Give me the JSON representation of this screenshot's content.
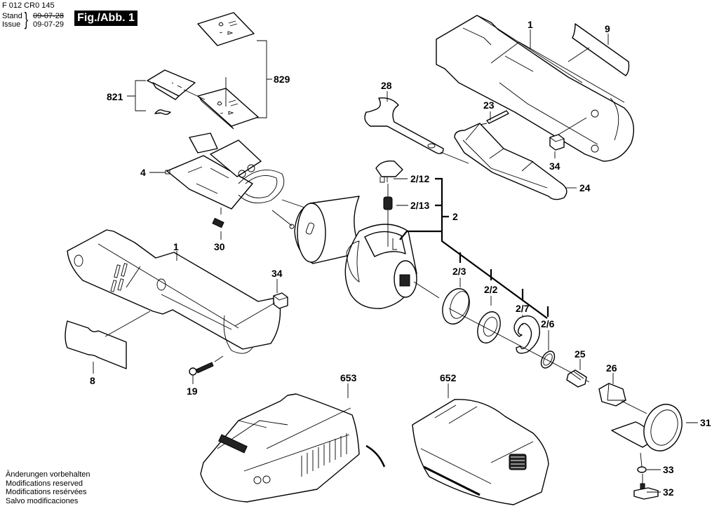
{
  "header": {
    "document_number": "F 012 CR0 145",
    "stand_label": "Stand",
    "issue_label": "Issue",
    "brace": "}",
    "stand_date_old": "09-07-28",
    "issue_date": "09-07-29",
    "figure_label": "Fig./Abb. 1"
  },
  "footer_notes": [
    "Änderungen vorbehalten",
    "Modifications reserved",
    "Modifications resérvées",
    "Salvo modificaciones"
  ],
  "part_labels": {
    "p821": "821",
    "p829": "829",
    "p28": "28",
    "p1_top": "1",
    "p9": "9",
    "p23": "23",
    "p34_top": "34",
    "p24": "24",
    "p4": "4",
    "p30": "30",
    "p2_12": "2/12",
    "p2_13": "2/13",
    "p2": "2",
    "p1_left": "1",
    "p34_left": "34",
    "p2_3": "2/3",
    "p2_2": "2/2",
    "p2_7": "2/7",
    "p2_6": "2/6",
    "p8": "8",
    "p19": "19",
    "p653": "653",
    "p652": "652",
    "p25": "25",
    "p26": "26",
    "p31": "31",
    "p33": "33",
    "p32": "32"
  }
}
